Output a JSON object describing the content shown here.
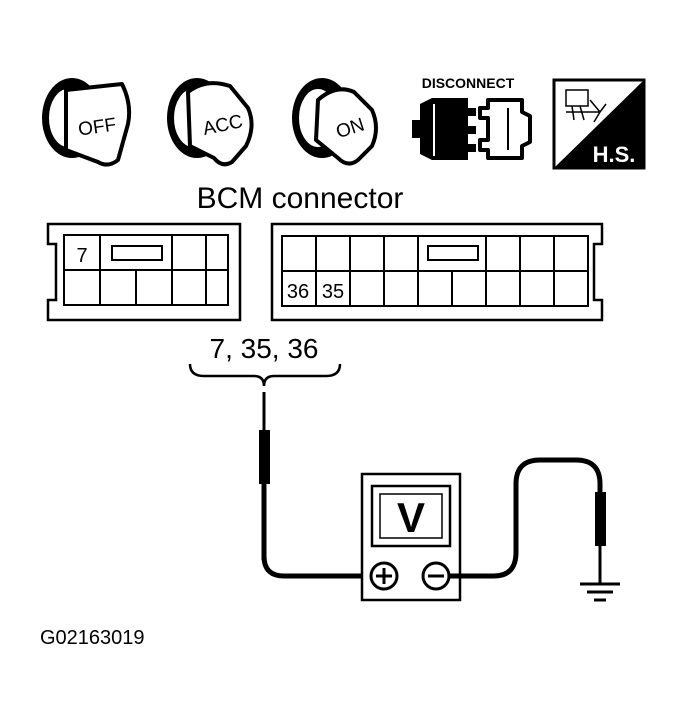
{
  "icons": {
    "key_off": {
      "label": "OFF"
    },
    "key_acc": {
      "label": "ACC"
    },
    "key_on": {
      "label": "ON"
    },
    "disconnect": {
      "label": "DISCONNECT"
    },
    "harness_side": {
      "label": "H.S."
    }
  },
  "connector": {
    "title": "BCM connector",
    "left_block_pin": "7",
    "right_block_pins": [
      "36",
      "35"
    ]
  },
  "terminals_label": "7, 35, 36",
  "meter": {
    "label": "V"
  },
  "figure_id": "G02163019"
}
